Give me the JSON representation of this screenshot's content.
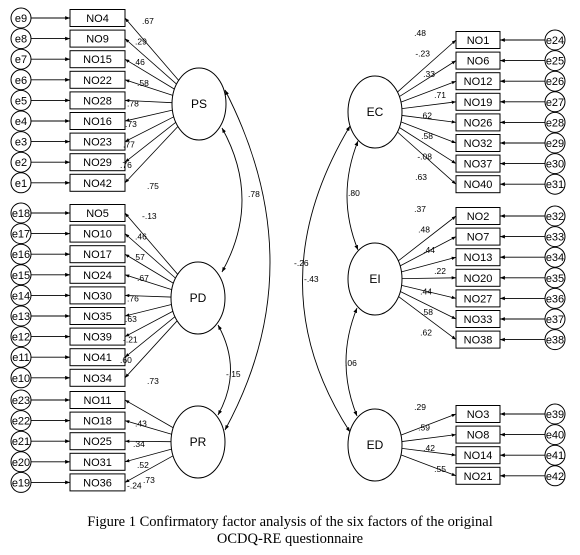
{
  "diagram": {
    "factors": [
      {
        "id": "PS",
        "label": "PS"
      },
      {
        "id": "PD",
        "label": "PD"
      },
      {
        "id": "PR",
        "label": "PR"
      },
      {
        "id": "EC",
        "label": "EC"
      },
      {
        "id": "EI",
        "label": "EI"
      },
      {
        "id": "ED",
        "label": "ED"
      }
    ],
    "groups": [
      {
        "factor": "PS",
        "side": "left",
        "items": [
          {
            "error": "e9",
            "item": "NO4",
            "loading": ".67"
          },
          {
            "error": "e8",
            "item": "NO9",
            "loading": ".29"
          },
          {
            "error": "e7",
            "item": "NO15",
            "loading": ".46"
          },
          {
            "error": "e6",
            "item": "NO22",
            "loading": ".58"
          },
          {
            "error": "e5",
            "item": "NO28",
            "loading": ".78"
          },
          {
            "error": "e4",
            "item": "NO16",
            "loading": ".73"
          },
          {
            "error": "e3",
            "item": "NO23",
            "loading": ".77"
          },
          {
            "error": "e2",
            "item": "NO29",
            "loading": ".76"
          },
          {
            "error": "e1",
            "item": "NO42",
            "loading": ".75"
          }
        ]
      },
      {
        "factor": "PD",
        "side": "left",
        "items": [
          {
            "error": "e18",
            "item": "NO5",
            "loading": "-.13"
          },
          {
            "error": "e17",
            "item": "NO10",
            "loading": ".46"
          },
          {
            "error": "e16",
            "item": "NO17",
            "loading": ".57"
          },
          {
            "error": "e15",
            "item": "NO24",
            "loading": ".67"
          },
          {
            "error": "e14",
            "item": "NO30",
            "loading": ".76"
          },
          {
            "error": "e13",
            "item": "NO35",
            "loading": ".63"
          },
          {
            "error": "e12",
            "item": "NO39",
            "loading": "-.21"
          },
          {
            "error": "e11",
            "item": "NO41",
            "loading": ".60"
          },
          {
            "error": "e10",
            "item": "NO34",
            "loading": ".73"
          }
        ]
      },
      {
        "factor": "PR",
        "side": "left",
        "items": [
          {
            "error": "e23",
            "item": "NO11",
            "loading": ""
          },
          {
            "error": "e22",
            "item": "NO18",
            "loading": ".43"
          },
          {
            "error": "e21",
            "item": "NO25",
            "loading": ".34"
          },
          {
            "error": "e20",
            "item": "NO31",
            "loading": ".52"
          },
          {
            "error": "e19",
            "item": "NO36",
            "loading": "-.24"
          }
        ],
        "extra_labels": [
          ".73"
        ]
      },
      {
        "factor": "EC",
        "side": "right",
        "items": [
          {
            "error": "e24",
            "item": "NO1",
            "loading": ".48"
          },
          {
            "error": "e25",
            "item": "NO6",
            "loading": "-.23"
          },
          {
            "error": "e26",
            "item": "NO12",
            "loading": ".33"
          },
          {
            "error": "e27",
            "item": "NO19",
            "loading": ".71"
          },
          {
            "error": "e28",
            "item": "NO26",
            "loading": ".62"
          },
          {
            "error": "e29",
            "item": "NO32",
            "loading": ".58"
          },
          {
            "error": "e30",
            "item": "NO37",
            "loading": "-.08"
          },
          {
            "error": "e31",
            "item": "NO40",
            "loading": ".63"
          }
        ]
      },
      {
        "factor": "EI",
        "side": "right",
        "items": [
          {
            "error": "e32",
            "item": "NO2",
            "loading": ".37"
          },
          {
            "error": "e33",
            "item": "NO7",
            "loading": ".48"
          },
          {
            "error": "e34",
            "item": "NO13",
            "loading": ".44"
          },
          {
            "error": "e35",
            "item": "NO20",
            "loading": ".22"
          },
          {
            "error": "e36",
            "item": "NO27",
            "loading": ".44"
          },
          {
            "error": "e37",
            "item": "NO33",
            "loading": ".58"
          },
          {
            "error": "e38",
            "item": "NO38",
            "loading": ".62"
          }
        ]
      },
      {
        "factor": "ED",
        "side": "right",
        "items": [
          {
            "error": "e39",
            "item": "NO3",
            "loading": ".29"
          },
          {
            "error": "e40",
            "item": "NO8",
            "loading": ".59"
          },
          {
            "error": "e41",
            "item": "NO14",
            "loading": ".42"
          },
          {
            "error": "e42",
            "item": "NO21",
            "loading": ".55"
          }
        ]
      }
    ],
    "correlations": [
      {
        "from": "PS",
        "to": "PD",
        "value": ".78"
      },
      {
        "from": "PD",
        "to": "PR",
        "value": "-.15"
      },
      {
        "from": "PS",
        "to": "PR",
        "value": "-.26"
      },
      {
        "from": "EC",
        "to": "ED",
        "value": "-.43"
      },
      {
        "from": "EC",
        "to": "EI",
        "value": ".80"
      },
      {
        "from": "EI",
        "to": "ED",
        "value": ".06"
      }
    ]
  },
  "caption": {
    "line1": "Figure 1    Confirmatory factor analysis of the six factors of the original",
    "line2": "OCDQ-RE questionnaire"
  }
}
